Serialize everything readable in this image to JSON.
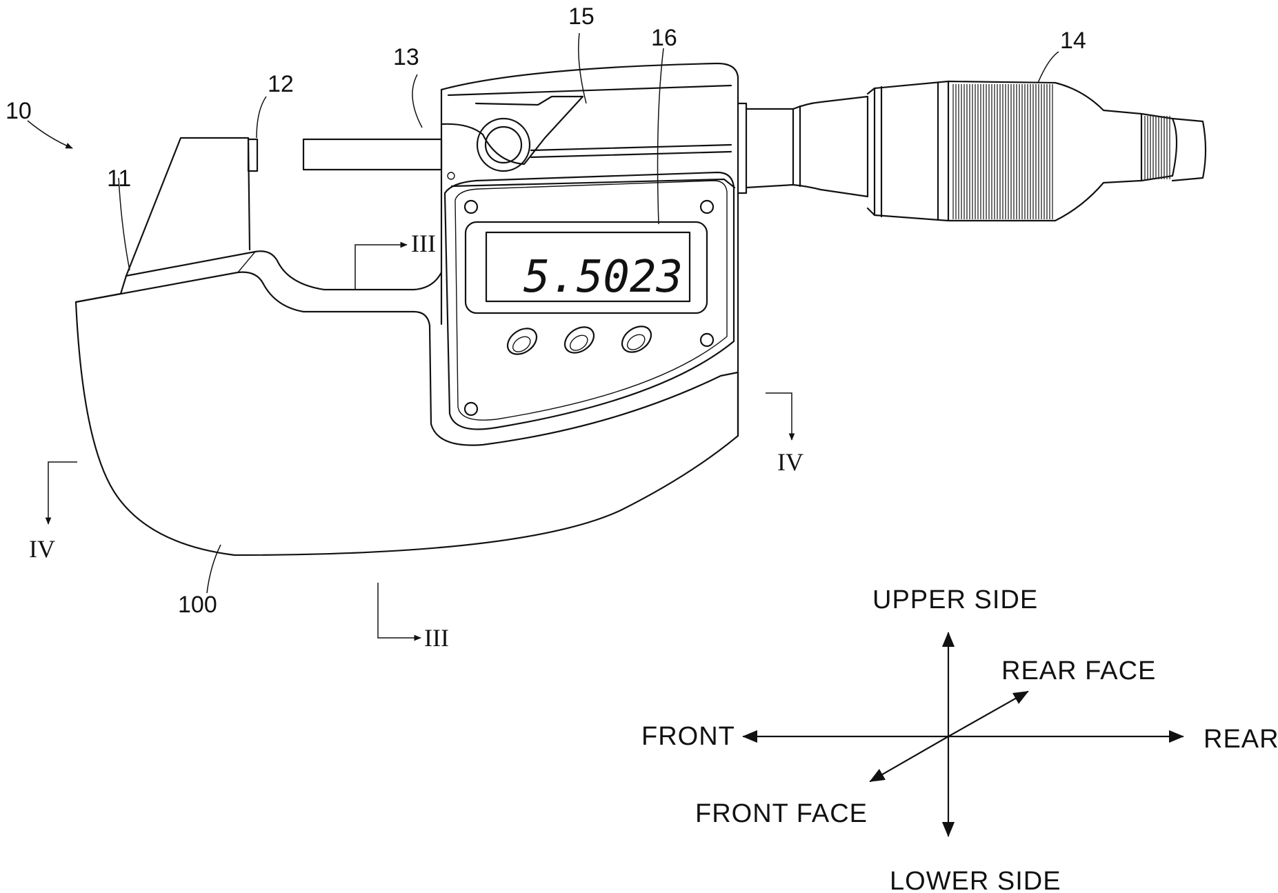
{
  "figure": {
    "refs": {
      "device": "10",
      "anvil": "11",
      "anvil_face": "12",
      "spindle": "13",
      "thimble": "14",
      "spindle_clamp": "15",
      "display": "16",
      "frame": "100"
    },
    "display_reading": "5.5023",
    "sections": {
      "iii": "III",
      "iv": "IV"
    },
    "directions": {
      "upper": "UPPER SIDE",
      "lower": "LOWER SIDE",
      "front": "FRONT",
      "rear": "REAR",
      "front_face": "FRONT FACE",
      "rear_face": "REAR FACE"
    }
  }
}
